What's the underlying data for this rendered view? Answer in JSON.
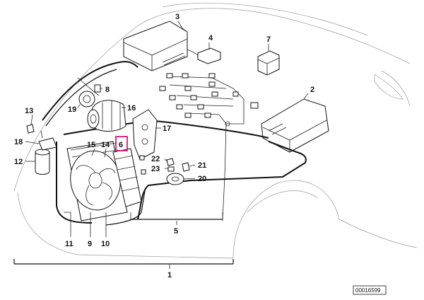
{
  "callouts": {
    "c1": "1",
    "c2": "2",
    "c3": "3",
    "c4": "4",
    "c5": "5",
    "c6": "6",
    "c7": "7",
    "c8": "8",
    "c9": "9",
    "c10": "10",
    "c11": "11",
    "c12": "12",
    "c13": "13",
    "c14": "14",
    "c15": "15",
    "c16": "16",
    "c17": "17",
    "c18": "18",
    "c19": "19",
    "c20": "20",
    "c21": "21",
    "c22": "22",
    "c23": "23"
  },
  "highlighted_callout": "6",
  "reference_code": "00016599",
  "colors": {
    "highlight": "#e0157a",
    "line": "#111111"
  }
}
